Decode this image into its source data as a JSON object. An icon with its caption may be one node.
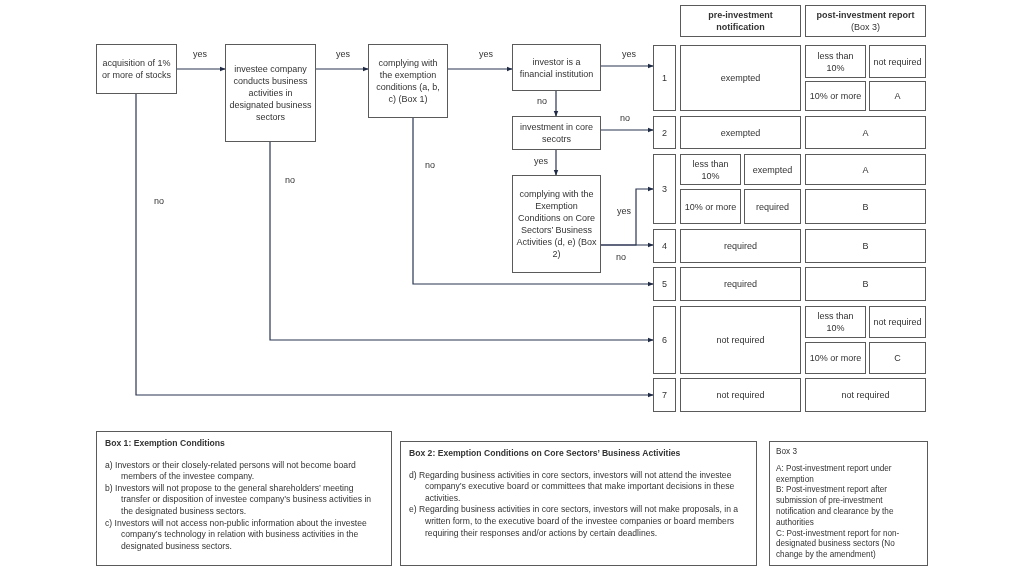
{
  "diagram": {
    "nodes": [
      {
        "text": [
          "acquisition of 1% or more of stocks"
        ]
      },
      {
        "text": [
          "investee company conducts business activities in designated business sectors"
        ]
      },
      {
        "text": [
          "complying with the exemption conditions (a, b, c) (Box 1)"
        ]
      },
      {
        "text": [
          "investor is a financial institution"
        ]
      },
      {
        "text": [
          "investment in core secotrs"
        ]
      },
      {
        "text": [
          "complying with the Exemption Conditions on Core Sectors’ Business Activities (d, e) (Box 2)"
        ]
      },
      {
        "text": [
          "pre-investment notification"
        ]
      },
      {
        "text": [
          "post-investment report",
          "(Box 3)"
        ]
      },
      {
        "text": [
          "1"
        ]
      },
      {
        "text": [
          "exempted"
        ]
      },
      {
        "text": [
          "less than 10%"
        ]
      },
      {
        "text": [
          "not required"
        ]
      },
      {
        "text": [
          "10% or more"
        ]
      },
      {
        "text": [
          "A"
        ]
      },
      {
        "text": [
          "2"
        ]
      },
      {
        "text": [
          "exempted"
        ]
      },
      {
        "text": [
          "A"
        ]
      },
      {
        "text": [
          "3"
        ]
      },
      {
        "text": [
          "less than 10%"
        ]
      },
      {
        "text": [
          "exempted"
        ]
      },
      {
        "text": [
          "A"
        ]
      },
      {
        "text": [
          "10% or more"
        ]
      },
      {
        "text": [
          "required"
        ]
      },
      {
        "text": [
          "B"
        ]
      },
      {
        "text": [
          "4"
        ]
      },
      {
        "text": [
          "required"
        ]
      },
      {
        "text": [
          "B"
        ]
      },
      {
        "text": [
          "5"
        ]
      },
      {
        "text": [
          "required"
        ]
      },
      {
        "text": [
          "B"
        ]
      },
      {
        "text": [
          "6"
        ]
      },
      {
        "text": [
          "not required"
        ]
      },
      {
        "text": [
          "less than 10%"
        ]
      },
      {
        "text": [
          "not required"
        ]
      },
      {
        "text": [
          "10% or more"
        ]
      },
      {
        "text": [
          "C"
        ]
      },
      {
        "text": [
          "7"
        ]
      },
      {
        "text": [
          "not required"
        ]
      },
      {
        "text": [
          "not required"
        ]
      },
      {
        "text": [
          "Box 1: Exemption Conditions",
          "a) Investors or their closely-related persons will not become board members of the investee company.",
          "b) Investors will not propose to the general shareholders’ meeting transfer or disposition of investee company’s business activities in the designated business sectors.",
          "c) Investors will not access non-public information about the investee company’s technology in relation with business activities in the designated business sectors."
        ]
      },
      {
        "text": [
          "Box 2: Exemption Conditions on Core Sectors’ Business Activities",
          "d) Regarding business activities in core sectors, investors will not attend the investee company’s executive board or committees that make important decisions in these activities.",
          "e) Regarding business activities in core sectors, investors will not make proposals, in a written form, to the executive board of the investee companies or board members requiring their responses and/or actions by certain deadlines."
        ]
      },
      {
        "text": [
          "Box 3",
          "A: Post-investment report under exemption",
          "B: Post-investment report after submission of pre-investment notification and clearance by the authorities",
          "C: Post-investment report for non-designated business sectors (No change by the amendment)"
        ]
      }
    ],
    "edges": [
      {
        "from": 0,
        "to": 1,
        "arrow": "to",
        "label": "yes"
      },
      {
        "from": 1,
        "to": 2,
        "arrow": "to",
        "label": "yes"
      },
      {
        "from": 2,
        "to": 3,
        "arrow": "to",
        "label": "yes"
      },
      {
        "from": 3,
        "to": 8,
        "arrow": "to",
        "label": "yes"
      },
      {
        "from": 3,
        "to": 4,
        "arrow": "to",
        "label": "no"
      },
      {
        "from": 4,
        "to": 14,
        "arrow": "to",
        "label": "no"
      },
      {
        "from": 4,
        "to": 5,
        "arrow": "to",
        "label": "yes"
      },
      {
        "from": 5,
        "to": 17,
        "arrow": "to",
        "label": "yes"
      },
      {
        "from": 5,
        "to": 24,
        "arrow": "to",
        "label": "no"
      },
      {
        "from": 2,
        "to": 27,
        "arrow": "to",
        "label": "no"
      },
      {
        "from": 1,
        "to": 30,
        "arrow": "to",
        "label": "no"
      },
      {
        "from": 0,
        "to": 36,
        "arrow": "to",
        "label": "no"
      }
    ]
  }
}
